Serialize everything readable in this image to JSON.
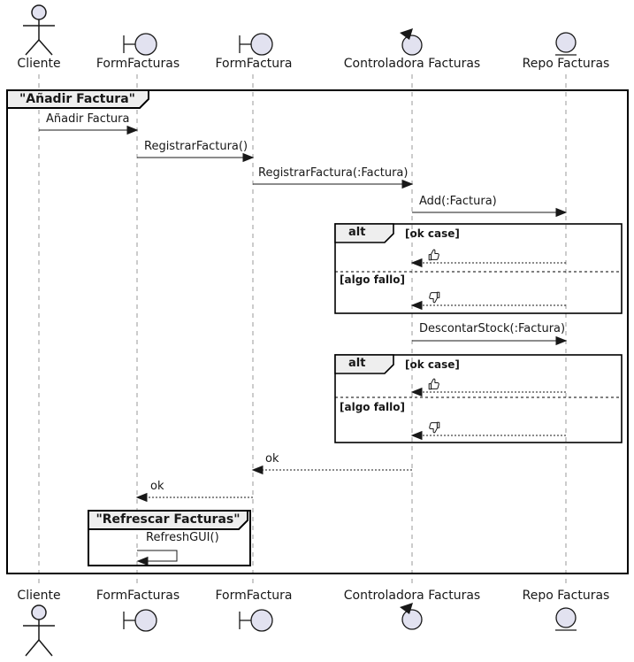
{
  "diagram": {
    "type": "uml-sequence",
    "outer_frame": {
      "title": "\"Añadir Factura\""
    },
    "inner_frame": {
      "title": "\"Refrescar Facturas\""
    },
    "alt_fragments": [
      {
        "operator": "alt",
        "guard_ok": "[ok case]",
        "guard_fail": "[algo fallo]"
      },
      {
        "operator": "alt",
        "guard_ok": "[ok case]",
        "guard_fail": "[algo fallo]"
      }
    ]
  },
  "participants": [
    {
      "label": "Cliente",
      "type": "actor",
      "icon": "actor-icon"
    },
    {
      "label": "FormFacturas",
      "type": "boundary",
      "icon": "boundary-icon"
    },
    {
      "label": "FormFactura",
      "type": "boundary",
      "icon": "boundary-icon"
    },
    {
      "label": "Controladora Facturas",
      "type": "control",
      "icon": "control-icon"
    },
    {
      "label": "Repo Facturas",
      "type": "entity",
      "icon": "entity-icon"
    }
  ],
  "messages": [
    {
      "label": "Añadir Factura",
      "from": "Cliente",
      "to": "FormFacturas",
      "style": "solid"
    },
    {
      "label": "RegistrarFactura()",
      "from": "FormFacturas",
      "to": "FormFactura",
      "style": "solid"
    },
    {
      "label": "RegistrarFactura(:Factura)",
      "from": "FormFactura",
      "to": "Controladora Facturas",
      "style": "solid"
    },
    {
      "label": "Add(:Factura)",
      "from": "Controladora Facturas",
      "to": "Repo Facturas",
      "style": "solid"
    },
    {
      "label": "👍",
      "from": "Repo Facturas",
      "to": "Controladora Facturas",
      "style": "dashed-return"
    },
    {
      "label": "👎",
      "from": "Repo Facturas",
      "to": "Controladora Facturas",
      "style": "dashed-return"
    },
    {
      "label": "DescontarStock(:Factura)",
      "from": "Controladora Facturas",
      "to": "Repo Facturas",
      "style": "solid"
    },
    {
      "label": "👍",
      "from": "Repo Facturas",
      "to": "Controladora Facturas",
      "style": "dashed-return"
    },
    {
      "label": "👎",
      "from": "Repo Facturas",
      "to": "Controladora Facturas",
      "style": "dashed-return"
    },
    {
      "label": "ok",
      "from": "Controladora Facturas",
      "to": "FormFactura",
      "style": "dashed-return"
    },
    {
      "label": "ok",
      "from": "FormFactura",
      "to": "FormFacturas",
      "style": "dashed-return"
    },
    {
      "label": "RefreshGUI()",
      "from": "FormFacturas",
      "to": "FormFacturas",
      "style": "self"
    }
  ],
  "icons": {
    "thumbs_up": "👍",
    "thumbs_down": "👎"
  },
  "colors": {
    "participant_fill": "#E2E2F0",
    "stroke": "#181818",
    "lifeline": "#999999",
    "frame_tab_fill": "#EEEEEE",
    "background": "#FFFFFF"
  }
}
